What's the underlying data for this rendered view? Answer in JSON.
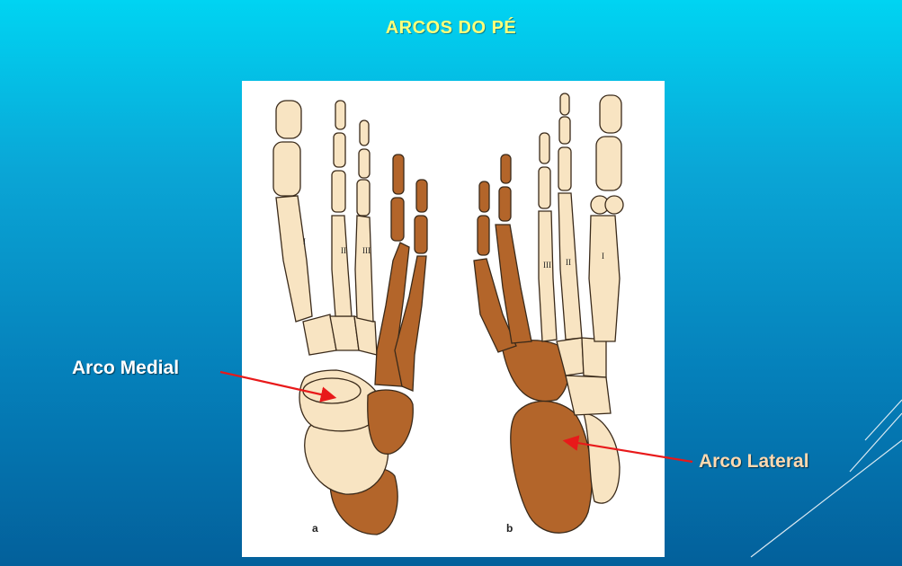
{
  "slide": {
    "title": "ARCOS DO PÉ"
  },
  "figure": {
    "panel_a_label": "a",
    "panel_b_label": "b",
    "metatarsal_numerals": [
      "I",
      "II",
      "III"
    ]
  },
  "callouts": {
    "medial": "Arco Medial",
    "lateral": "Arco Lateral"
  },
  "colors": {
    "title": "#ffff7a",
    "bone_light": "#f8e4c2",
    "bone_dark": "#b3652a",
    "arrow": "#e8191a",
    "lateral_label": "#ffd9b0",
    "medial_label": "#ffffff"
  }
}
